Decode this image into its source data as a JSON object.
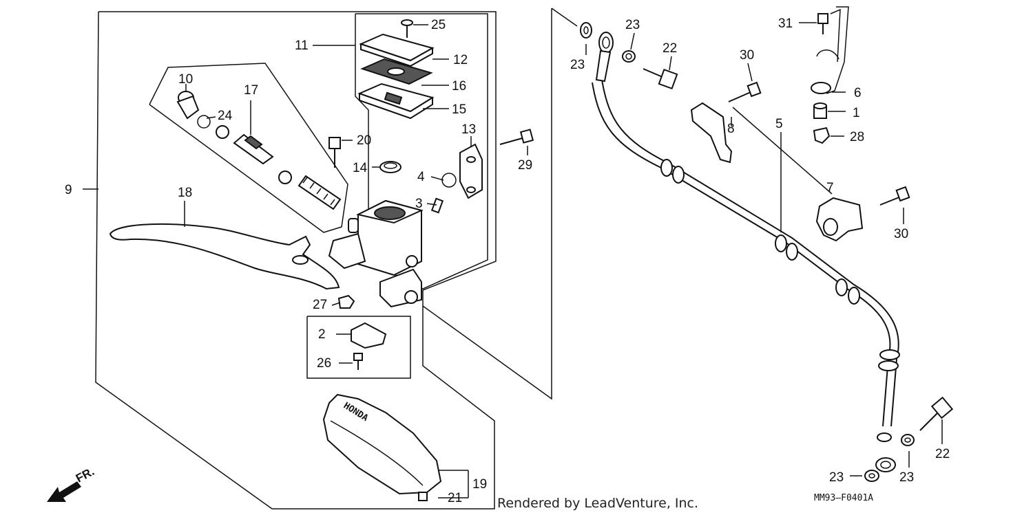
{
  "labels": {
    "p1": "1",
    "p2": "2",
    "p3": "3",
    "p4": "4",
    "p5": "5",
    "p6": "6",
    "p7": "7",
    "p8": "8",
    "p9": "9",
    "p10": "10",
    "p11": "11",
    "p12": "12",
    "p13": "13",
    "p14": "14",
    "p15": "15",
    "p16": "16",
    "p17": "17",
    "p18": "18",
    "p19": "19",
    "p20": "20",
    "p21": "21",
    "p22a": "22",
    "p22b": "22",
    "p23a": "23",
    "p23b": "23",
    "p23c": "23",
    "p23d": "23",
    "p24": "24",
    "p25": "25",
    "p26": "26",
    "p27": "27",
    "p28": "28",
    "p29": "29",
    "p30a": "30",
    "p30b": "30",
    "p31": "31"
  },
  "direction_label": "FR.",
  "brand_text": "HONDA",
  "footer_text": "Rendered by LeadVenture, Inc.",
  "diagram_code": "MM93–F0401A"
}
